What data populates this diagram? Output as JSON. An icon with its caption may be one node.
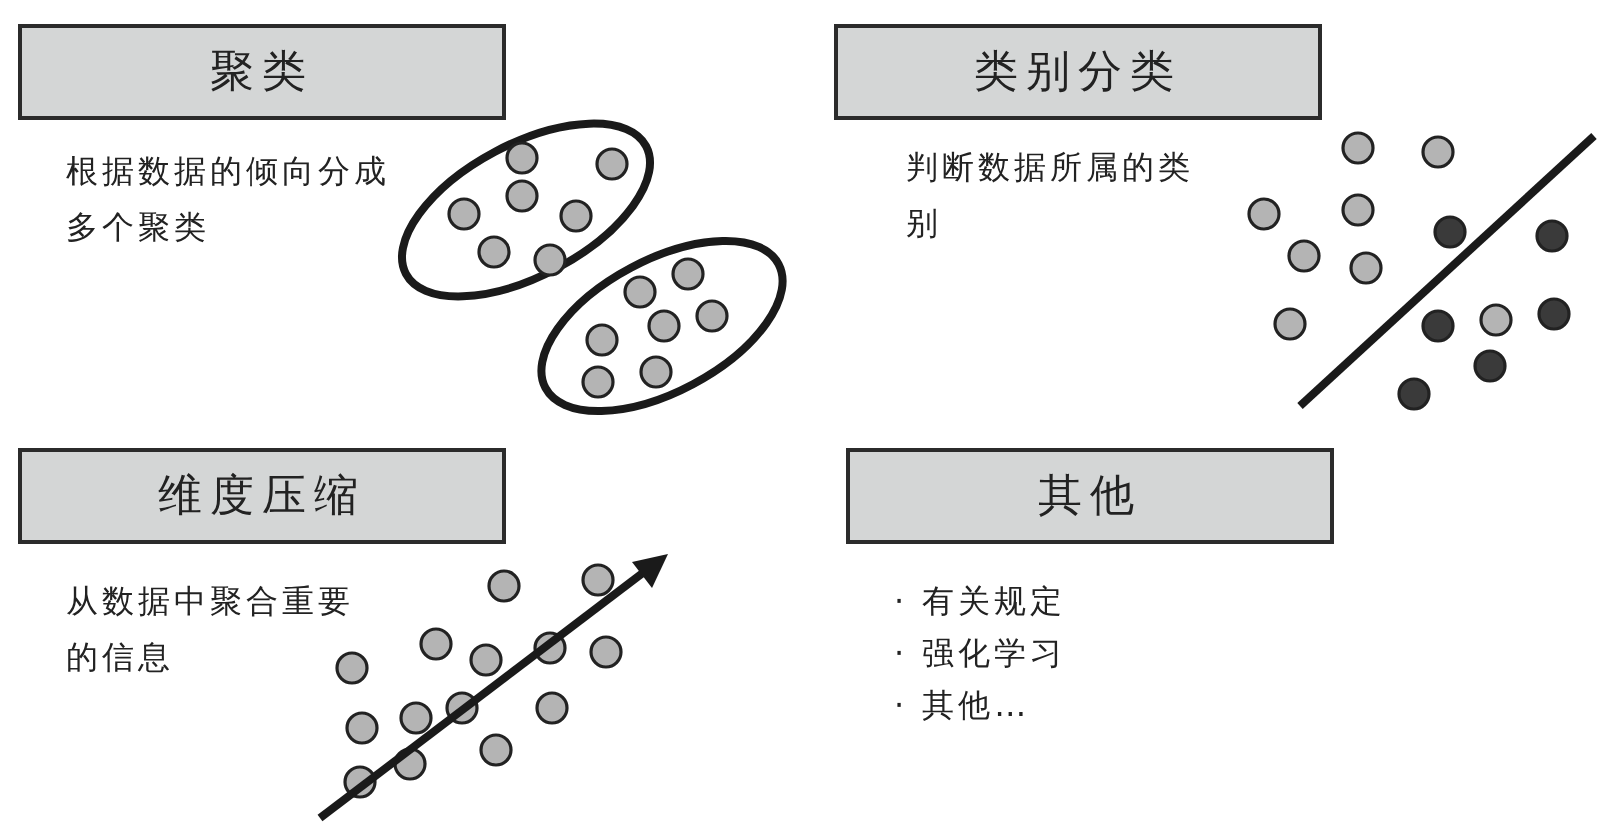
{
  "diagram": {
    "nodes": [
      {
        "text": [
          "聚类"
        ],
        "beside": [
          "根据数据的倾向分成多个聚类"
        ]
      },
      {
        "text": [
          "类别分类"
        ],
        "beside": [
          "判断数据所属的类别"
        ]
      },
      {
        "text": [
          "维度压缩"
        ],
        "beside": [
          "从数据中聚合重要的信息"
        ]
      },
      {
        "text": [
          "其他"
        ],
        "beside": [
          "· 有关规定",
          "· 强化学习",
          "· 其他…"
        ]
      }
    ]
  }
}
